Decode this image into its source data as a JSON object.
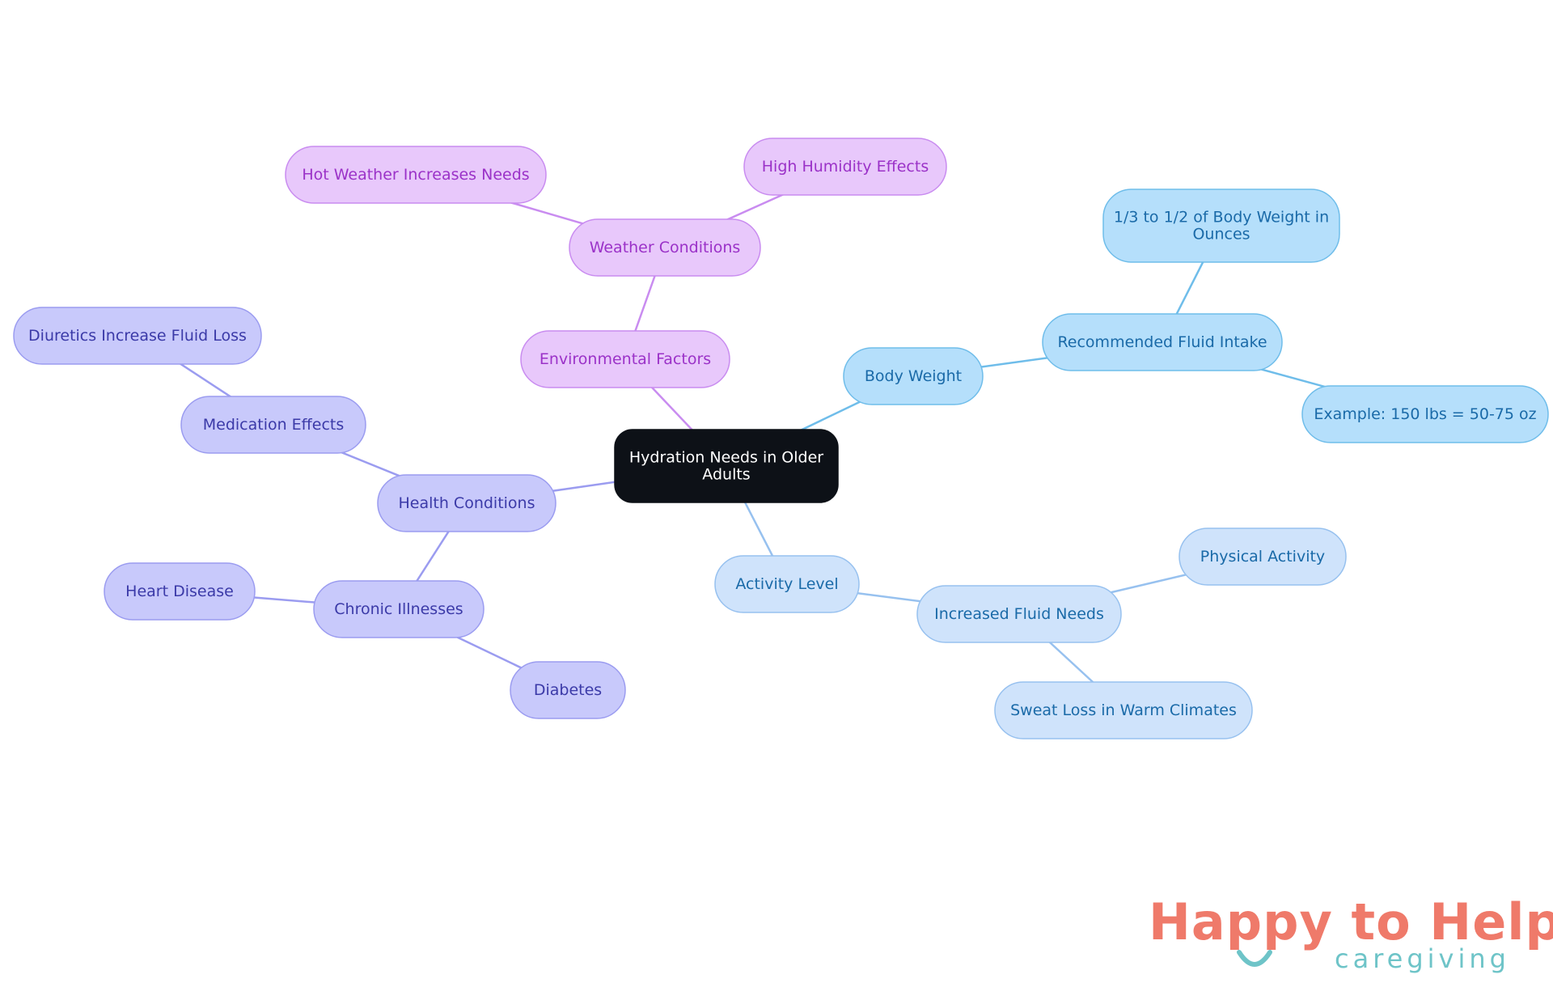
{
  "diagram": {
    "type": "mind-map",
    "root": {
      "label": [
        "Hydration Needs in Older",
        "Adults"
      ],
      "color": "#0d1117"
    },
    "branches": {
      "environmental": {
        "fill": "#e8c8fb",
        "stroke": "#c98cf0",
        "text": "#9b32c8",
        "line": "#c98cf0"
      },
      "health": {
        "fill": "#c8c9fb",
        "stroke": "#9b9cf0",
        "text": "#3b3aa8",
        "line": "#9b9cf0"
      },
      "body": {
        "fill": "#b5dffb",
        "stroke": "#6fbdea",
        "text": "#1a6aa8",
        "line": "#6fbdea"
      },
      "activity": {
        "fill": "#cfe3fb",
        "stroke": "#97c1ef",
        "text": "#1a6aa8",
        "line": "#97c1ef"
      }
    },
    "nodes": [
      {
        "id": "root",
        "label": [
          "Hydration Needs in Older",
          "Adults"
        ],
        "branch": "root"
      },
      {
        "id": "env",
        "label": [
          "Environmental Factors"
        ],
        "branch": "environmental"
      },
      {
        "id": "weather",
        "label": [
          "Weather Conditions"
        ],
        "branch": "environmental"
      },
      {
        "id": "hot",
        "label": [
          "Hot Weather Increases Needs"
        ],
        "branch": "environmental"
      },
      {
        "id": "humid",
        "label": [
          "High Humidity Effects"
        ],
        "branch": "environmental"
      },
      {
        "id": "health",
        "label": [
          "Health Conditions"
        ],
        "branch": "health"
      },
      {
        "id": "med",
        "label": [
          "Medication Effects"
        ],
        "branch": "health"
      },
      {
        "id": "diur",
        "label": [
          "Diuretics Increase Fluid Loss"
        ],
        "branch": "health"
      },
      {
        "id": "chronic",
        "label": [
          "Chronic Illnesses"
        ],
        "branch": "health"
      },
      {
        "id": "heart",
        "label": [
          "Heart Disease"
        ],
        "branch": "health"
      },
      {
        "id": "diab",
        "label": [
          "Diabetes"
        ],
        "branch": "health"
      },
      {
        "id": "body",
        "label": [
          "Body Weight"
        ],
        "branch": "body"
      },
      {
        "id": "rec",
        "label": [
          "Recommended Fluid Intake"
        ],
        "branch": "body"
      },
      {
        "id": "third",
        "label": [
          "1/3 to 1/2 of Body Weight in",
          "Ounces"
        ],
        "branch": "body"
      },
      {
        "id": "ex",
        "label": [
          "Example: 150 lbs = 50-75 oz"
        ],
        "branch": "body"
      },
      {
        "id": "act",
        "label": [
          "Activity Level"
        ],
        "branch": "activity"
      },
      {
        "id": "inc",
        "label": [
          "Increased Fluid Needs"
        ],
        "branch": "activity"
      },
      {
        "id": "phys",
        "label": [
          "Physical Activity"
        ],
        "branch": "activity"
      },
      {
        "id": "sweat",
        "label": [
          "Sweat Loss in Warm Climates"
        ],
        "branch": "activity"
      }
    ],
    "edges": [
      [
        "root",
        "env"
      ],
      [
        "env",
        "weather"
      ],
      [
        "weather",
        "hot"
      ],
      [
        "weather",
        "humid"
      ],
      [
        "root",
        "health"
      ],
      [
        "health",
        "med"
      ],
      [
        "med",
        "diur"
      ],
      [
        "health",
        "chronic"
      ],
      [
        "chronic",
        "heart"
      ],
      [
        "chronic",
        "diab"
      ],
      [
        "root",
        "body"
      ],
      [
        "body",
        "rec"
      ],
      [
        "rec",
        "third"
      ],
      [
        "rec",
        "ex"
      ],
      [
        "root",
        "act"
      ],
      [
        "act",
        "inc"
      ],
      [
        "inc",
        "phys"
      ],
      [
        "inc",
        "sweat"
      ]
    ]
  },
  "logo": {
    "brand": "Happy to Help",
    "sub": "caregiving",
    "primary_color": "#ef7a6a",
    "secondary_color": "#6ec4c8"
  }
}
